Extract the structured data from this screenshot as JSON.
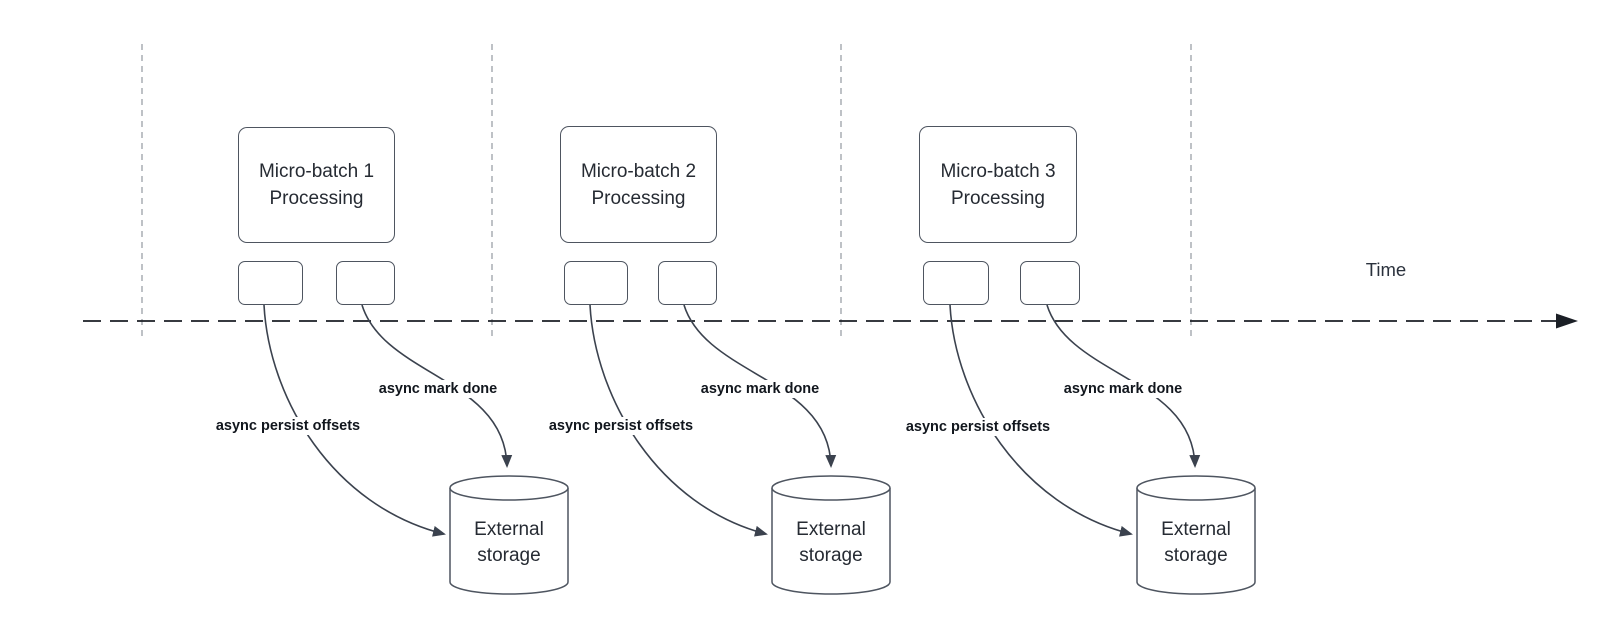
{
  "diagram": {
    "time_label": "Time",
    "groups": [
      {
        "process_label": "Micro-batch 1\nProcessing",
        "persist_label": "async persist offsets",
        "mark_done_label": "async mark done",
        "storage_label": "External\nstorage"
      },
      {
        "process_label": "Micro-batch 2\nProcessing",
        "persist_label": "async persist offsets",
        "mark_done_label": "async mark done",
        "storage_label": "External\nstorage"
      },
      {
        "process_label": "Micro-batch 3\nProcessing",
        "persist_label": "async persist offsets",
        "mark_done_label": "async mark done",
        "storage_label": "External\nstorage"
      }
    ],
    "colors": {
      "background": "#ffffff",
      "connector": "#3b424e",
      "timeline": "#1b1f26",
      "guide": "#a3a7ad",
      "shape_border": "#4e5560",
      "text": "#262b33",
      "label_text": "#11161d"
    }
  }
}
